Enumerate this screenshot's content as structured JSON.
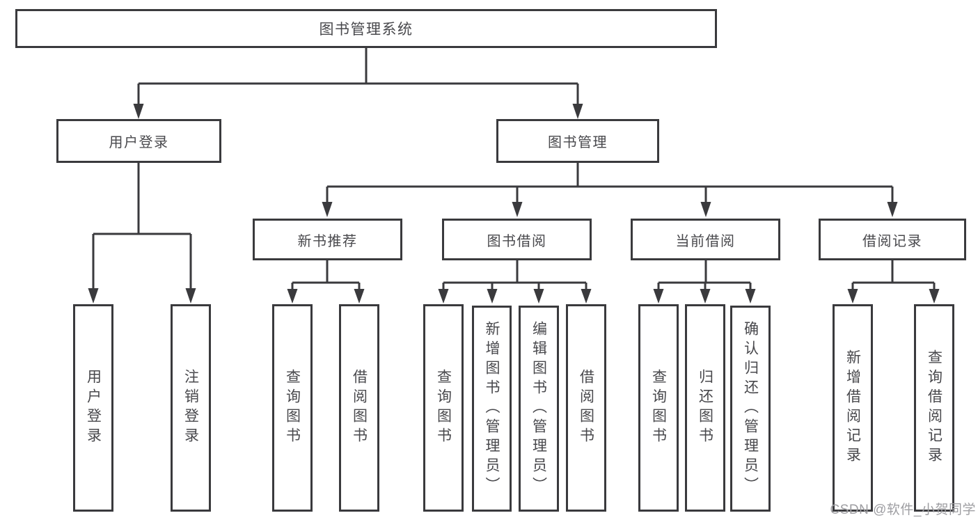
{
  "diagram": {
    "title_node": {
      "label": "图书管理系统"
    },
    "root": {
      "label": "图书管理系统"
    },
    "level2": [
      {
        "label": "用户登录",
        "children": [
          {
            "label": "用户登录"
          },
          {
            "label": "注销登录"
          }
        ]
      },
      {
        "label": "图书管理",
        "children": [
          {
            "label": "新书推荐",
            "children": [
              {
                "label": "查询图书"
              },
              {
                "label": "借阅图书"
              }
            ]
          },
          {
            "label": "图书借阅",
            "children": [
              {
                "label": "查询图书"
              },
              {
                "label": "新增图书（管理员）"
              },
              {
                "label": "编辑图书（管理员）"
              },
              {
                "label": "借阅图书"
              }
            ]
          },
          {
            "label": "当前借阅",
            "children": [
              {
                "label": "查询图书"
              },
              {
                "label": "归还图书"
              },
              {
                "label": "确认归还（管理员）"
              }
            ]
          },
          {
            "label": "借阅记录",
            "children": [
              {
                "label": "新增借阅记录"
              },
              {
                "label": "查询借阅记录"
              }
            ]
          }
        ]
      }
    ],
    "watermark": {
      "text": "CSDN @软件_小贺同学"
    },
    "colors": {
      "line": "#3a3a3d",
      "text": "#48484c",
      "watermark": "#9e9ea2",
      "background": "#ffffff"
    }
  }
}
